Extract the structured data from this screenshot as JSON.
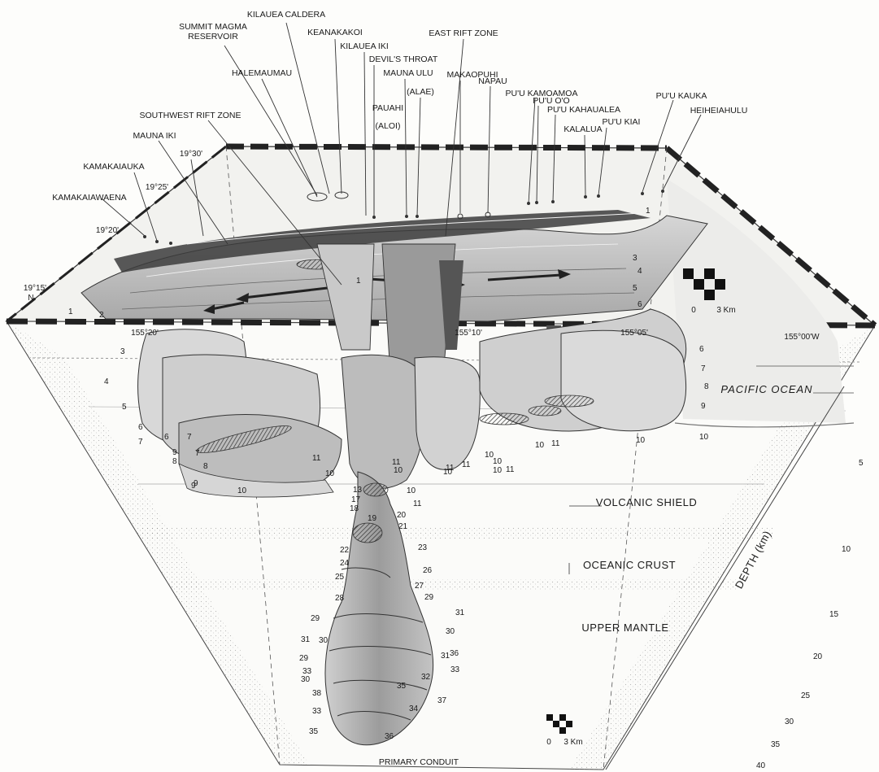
{
  "place_labels": {
    "kilauea_caldera": "KILAUEA CALDERA",
    "summit_magma_reservoir_1": "SUMMIT MAGMA",
    "summit_magma_reservoir_2": "RESERVOIR",
    "keanakakoi": "KEANAKAKOI",
    "kilauea_iki": "KILAUEA IKI",
    "east_rift_zone": "EAST RIFT ZONE",
    "halemaumau": "HALEMAUMAU",
    "devils_throat": "DEVIL'S THROAT",
    "mauna_ulu": "MAUNA ULU",
    "makaopuhi": "MAKAOPUHI",
    "napau": "NAPAU",
    "alae": "(ALAE)",
    "puu_kamoamoa": "PU'U KAMOAMOA",
    "puu_oo": "PU'U O'O",
    "puu_kahaualea": "PU'U KAHAUALEA",
    "puu_kauka": "PU'U KAUKA",
    "heiheiahulu": "HEIHEIAHULU",
    "southwest_rift_zone": "SOUTHWEST RIFT ZONE",
    "pauahi": "PAUAHI",
    "aloi": "(ALOI)",
    "kalalua": "KALALUA",
    "puu_kiai": "PU'U KIAI",
    "mauna_iki": "MAUNA IKI",
    "kamakaiauka": "KAMAKAIAUKA",
    "kamakaiawaena": "KAMAKAIAWAENA"
  },
  "coordinates": {
    "lat_19_30": "19°30'",
    "lat_19_25": "19°25'",
    "lat_19_20": "19°20'",
    "lat_19_15": "19°15'",
    "lat_n": "N",
    "lon_155_20": "155°20'",
    "lon_155_10": "155°10'",
    "lon_155_05": "155°05'",
    "lon_155_00w": "155°00'W"
  },
  "regions": {
    "pacific_ocean": "PACIFIC OCEAN",
    "volcanic_shield": "VOLCANIC SHIELD",
    "oceanic_crust": "OCEANIC CRUST",
    "upper_mantle": "UPPER MANTLE",
    "primary_conduit": "PRIMARY CONDUIT"
  },
  "depth_axis": {
    "label": "DEPTH (km)",
    "ticks": [
      "5",
      "10",
      "15",
      "20",
      "25",
      "30",
      "35",
      "40"
    ]
  },
  "scale_bars": {
    "top_zero": "0",
    "top_end": "3 Km",
    "bottom_zero": "0",
    "bottom_end": "3 Km"
  },
  "stage_numbers": [
    "1",
    "1",
    "1",
    "2",
    "3",
    "3",
    "4",
    "4",
    "5",
    "5",
    "6",
    "6",
    "6",
    "7",
    "7",
    "7",
    "8",
    "8",
    "9",
    "9",
    "9",
    "10",
    "10",
    "10",
    "10",
    "10",
    "10",
    "10",
    "10",
    "10",
    "10",
    "11",
    "11",
    "11",
    "11",
    "11",
    "11",
    "11",
    "13",
    "17",
    "18",
    "19",
    "20",
    "21",
    "22",
    "23",
    "24",
    "25",
    "26",
    "27",
    "28",
    "29",
    "29",
    "29",
    "30",
    "30",
    "30",
    "31",
    "31",
    "31",
    "32",
    "33",
    "33",
    "33",
    "34",
    "35",
    "35",
    "36",
    "36",
    "37",
    "38",
    "9",
    "8",
    "6",
    "7",
    "10"
  ]
}
